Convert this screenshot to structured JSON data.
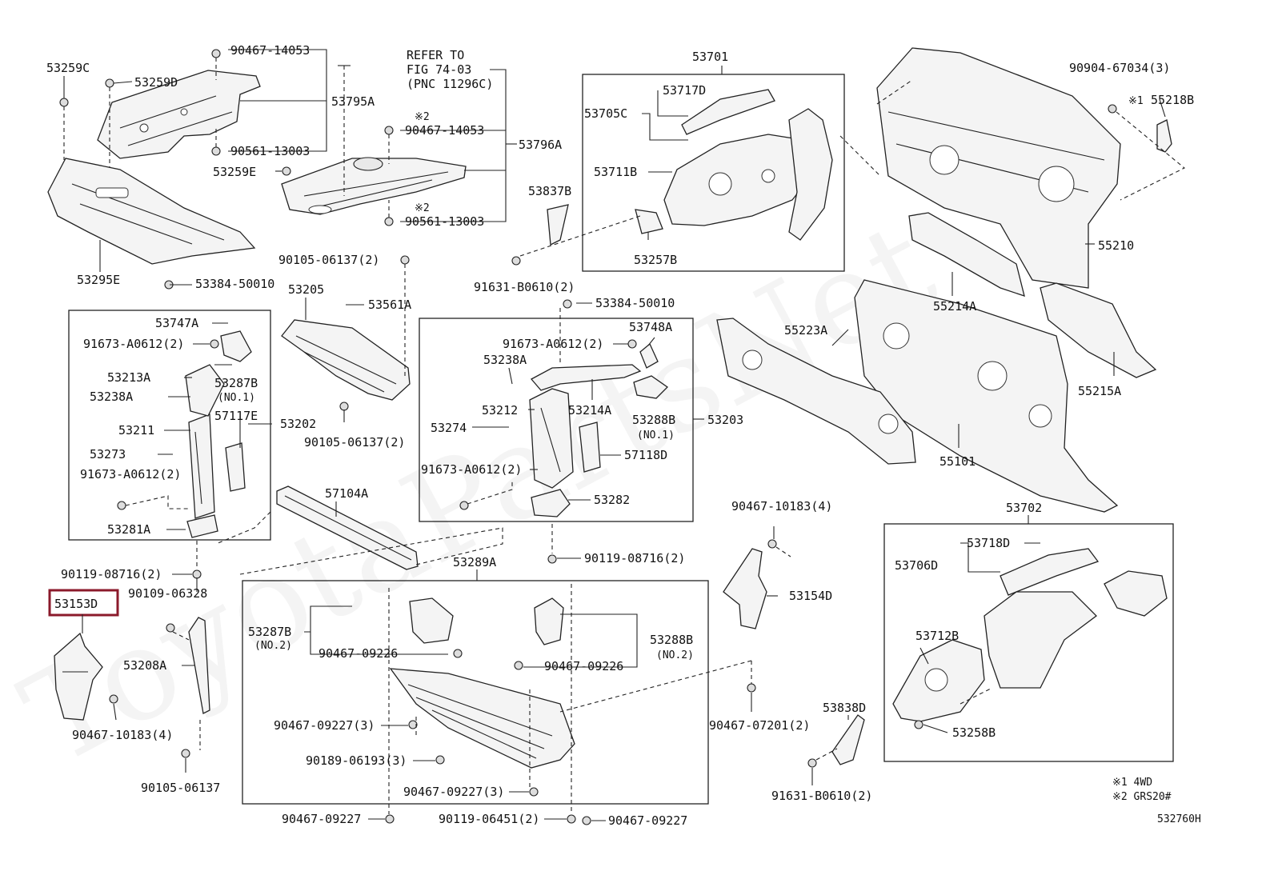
{
  "diagram": {
    "figure_code": "532760H",
    "watermark": "ToyotaPartsNet",
    "highlighted_part": "53153D",
    "highlight_color": "#8b1a2b",
    "refer_note": [
      "REFER TO",
      "FIG 74-03",
      "(PNC 11296C)"
    ],
    "footnotes": [
      "※1 4WD",
      "※2 GRS20#"
    ],
    "notes": {
      "n1": "※1",
      "n2a": "※2",
      "n2b": "※2"
    },
    "sub_labels": {
      "no1a": "(NO.1)",
      "no1b": "(NO.1)",
      "no2a": "(NO.2)",
      "no2b": "(NO.2)"
    },
    "labels": {
      "p53259C": "53259C",
      "p53259D": "53259D",
      "p90467_14053a": "90467-14053",
      "p53795A": "53795A",
      "p90561_13003a": "90561-13003",
      "p53259E": "53259E",
      "p53295E": "53295E",
      "p90467_14053b": "90467-14053",
      "p53796A": "53796A",
      "p90561_13003b": "90561-13003",
      "p53701": "53701",
      "p53717D": "53717D",
      "p53705C": "53705C",
      "p53711B": "53711B",
      "p53257B": "53257B",
      "p53837B": "53837B",
      "p91631_B0610a": "91631-B0610(2)",
      "p90904_67034": "90904-67034(3)",
      "p55218B": "55218B",
      "p55210": "55210",
      "p55214A": "55214A",
      "p55215A": "55215A",
      "p55223A": "55223A",
      "p55101": "55101",
      "p90105_06137a": "90105-06137(2)",
      "p53384_50010a": "53384-50010",
      "p53205": "53205",
      "p53561A": "53561A",
      "p53747A": "53747A",
      "p91673_A0612a": "91673-A0612(2)",
      "p53213A": "53213A",
      "p53287Ba": "53287B",
      "p53238Aa": "53238A",
      "p57117E": "57117E",
      "p53202": "53202",
      "p53211": "53211",
      "p53273": "53273",
      "p91673_A0612b": "91673-A0612(2)",
      "p53281A": "53281A",
      "p90105_06137b": "90105-06137(2)",
      "p53384_50010b": "53384-50010",
      "p53748A": "53748A",
      "p91673_A0612c": "91673-A0612(2)",
      "p53238Ab": "53238A",
      "p53212": "53212",
      "p53214A": "53214A",
      "p53288Ba": "53288B",
      "p53203": "53203",
      "p53274": "53274",
      "p57118D": "57118D",
      "p91673_A0612d": "91673-A0612(2)",
      "p53282": "53282",
      "p57104A": "57104A",
      "p90119_08716a": "90119-08716(2)",
      "p90119_08716b": "90119-08716(2)",
      "p53153D": "53153D",
      "p90109_06328": "90109-06328",
      "p53208A": "53208A",
      "p90467_10183a": "90467-10183(4)",
      "p90105_06137c": "90105-06137",
      "p53289A": "53289A",
      "p53287Bb": "53287B",
      "p90467_09226a": "90467-09226",
      "p53288Bb": "53288B",
      "p90467_09226b": "90467-09226",
      "p90467_09227a": "90467-09227(3)",
      "p90189_06193": "90189-06193(3)",
      "p90467_09227b": "90467-09227(3)",
      "p90467_09227c": "90467-09227",
      "p90119_06451": "90119-06451(2)",
      "p90467_09227d": "90467-09227",
      "p90467_10183b": "90467-10183(4)",
      "p53154D": "53154D",
      "p90467_07201": "90467-07201(2)",
      "p53838D": "53838D",
      "p91631_B0610b": "91631-B0610(2)",
      "p53702": "53702",
      "p53718D": "53718D",
      "p53706D": "53706D",
      "p53712B": "53712B",
      "p53258B": "53258B"
    }
  }
}
